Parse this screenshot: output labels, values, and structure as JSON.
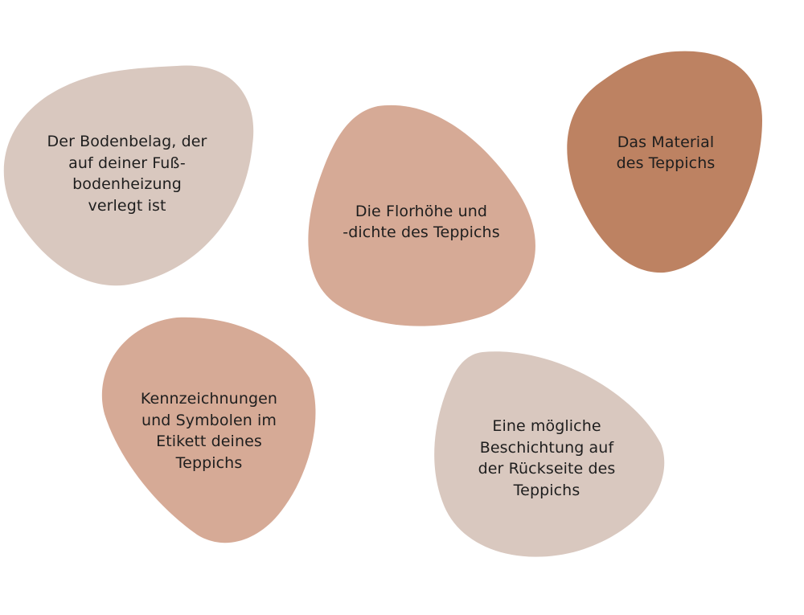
{
  "colors": {
    "beige": "#d9c8bf",
    "rose": "#d6aa96",
    "terracotta": "#bd8262",
    "text": "#1e1e1e"
  },
  "blobs": [
    {
      "id": "bodenbelag",
      "color": "beige",
      "lines": [
        "Der Bodenbelag, der",
        "auf deiner Fuß-",
        "bodenheizung",
        "verlegt ist"
      ]
    },
    {
      "id": "florhoehe",
      "color": "rose",
      "lines": [
        "Die Florhöhe und",
        "-dichte des Teppichs"
      ]
    },
    {
      "id": "material",
      "color": "terracotta",
      "lines": [
        "Das Material",
        "des Teppichs"
      ]
    },
    {
      "id": "kennzeichnungen",
      "color": "rose",
      "lines": [
        "Kennzeichnungen",
        "und Symbolen im",
        "Etikett deines",
        "Teppichs"
      ]
    },
    {
      "id": "beschichtung",
      "color": "beige",
      "lines": [
        "Eine mögliche",
        "Beschichtung auf",
        "der Rückseite des",
        "Teppichs"
      ]
    }
  ]
}
